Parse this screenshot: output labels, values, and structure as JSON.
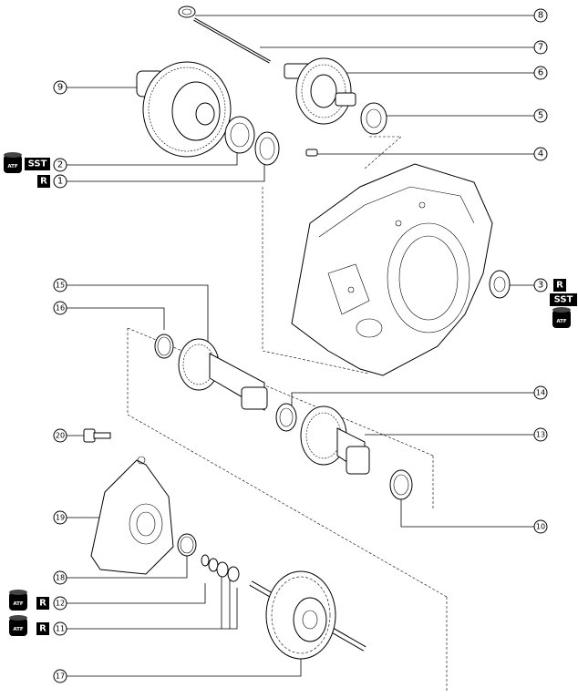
{
  "badges": {
    "r": "R",
    "sst": "SST",
    "atf": "ATF"
  },
  "callouts": [
    {
      "id": "c1",
      "n": "1"
    },
    {
      "id": "c2",
      "n": "2"
    },
    {
      "id": "c3",
      "n": "3"
    },
    {
      "id": "c4",
      "n": "4"
    },
    {
      "id": "c5",
      "n": "5"
    },
    {
      "id": "c6",
      "n": "6"
    },
    {
      "id": "c7",
      "n": "7"
    },
    {
      "id": "c8",
      "n": "8"
    },
    {
      "id": "c9",
      "n": "9"
    },
    {
      "id": "c10",
      "n": "10"
    },
    {
      "id": "c11",
      "n": "11"
    },
    {
      "id": "c12",
      "n": "12"
    },
    {
      "id": "c13",
      "n": "13"
    },
    {
      "id": "c14",
      "n": "14"
    },
    {
      "id": "c15",
      "n": "15"
    },
    {
      "id": "c16",
      "n": "16"
    },
    {
      "id": "c17",
      "n": "17"
    },
    {
      "id": "c18",
      "n": "18"
    },
    {
      "id": "c19",
      "n": "19"
    },
    {
      "id": "c20",
      "n": "20"
    }
  ],
  "icons": [
    "atf-can-icon",
    "r-badge-icon",
    "sst-badge-icon"
  ]
}
